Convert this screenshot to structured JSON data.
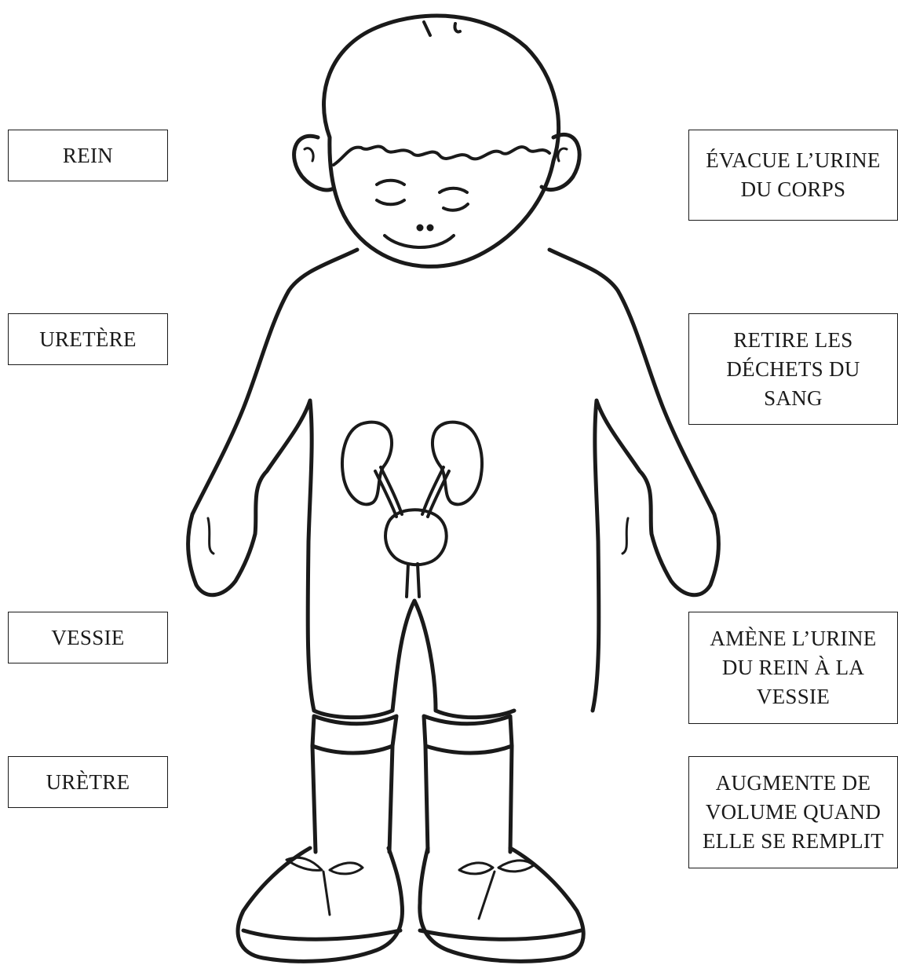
{
  "terms": [
    {
      "label": "REIN"
    },
    {
      "label": "URETÈRE"
    },
    {
      "label": "VESSIE"
    },
    {
      "label": "URÈTRE"
    }
  ],
  "definitions": [
    {
      "label": "ÉVACUE L’URINE\nDU CORPS"
    },
    {
      "label": "RETIRE LES\nDÉCHETS DU\nSANG"
    },
    {
      "label": "AMÈNE L’URINE\nDU REIN À LA\nVESSIE"
    },
    {
      "label": "AUGMENTE DE\nVOLUME QUAND\nELLE SE REMPLIT"
    }
  ],
  "colors": {
    "line": "#1a1a1a",
    "background": "#ffffff"
  }
}
